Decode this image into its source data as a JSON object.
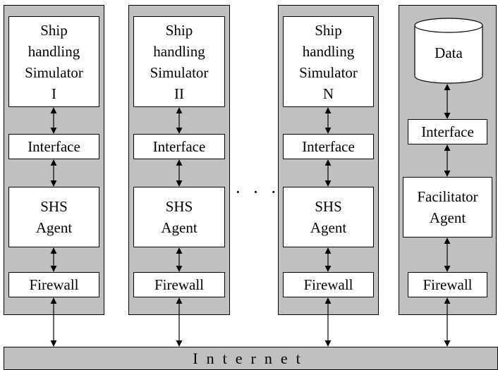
{
  "columns": [
    {
      "top_lines": [
        "Ship",
        "handling",
        "Simulator",
        "I"
      ],
      "interface": "Interface",
      "agent_lines": [
        "SHS",
        "Agent"
      ],
      "firewall": "Firewall"
    },
    {
      "top_lines": [
        "Ship",
        "handling",
        "Simulator",
        "II"
      ],
      "interface": "Interface",
      "agent_lines": [
        "SHS",
        "Agent"
      ],
      "firewall": "Firewall"
    },
    {
      "top_lines": [
        "Ship",
        "handling",
        "Simulator",
        "N"
      ],
      "interface": "Interface",
      "agent_lines": [
        "SHS",
        "Agent"
      ],
      "firewall": "Firewall"
    },
    {
      "data_label": "Data",
      "interface": "Interface",
      "agent_lines": [
        "Facilitator",
        "Agent"
      ],
      "firewall": "Firewall"
    }
  ],
  "ellipsis": "· · ·",
  "internet": "Internet"
}
